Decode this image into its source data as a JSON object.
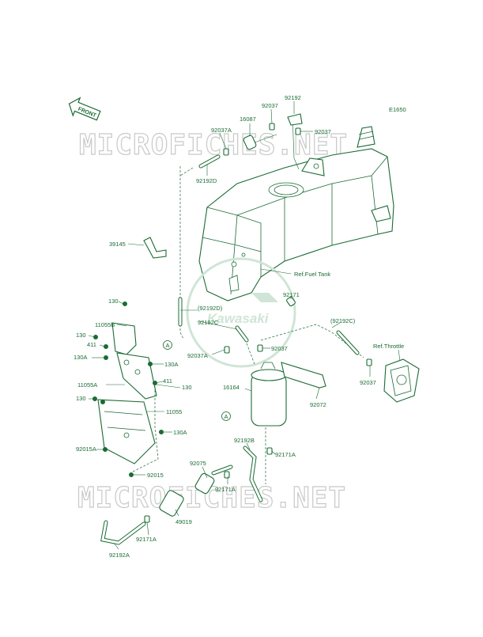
{
  "diagram_code": "E1650",
  "front_label": "FRONT",
  "watermark": {
    "top": "MICROFICHES.NET",
    "bottom": "MICROFICHES.NET"
  },
  "logo": {
    "brand": "Kawasaki"
  },
  "colors": {
    "line": "#1a6b34",
    "watermark": "#c9c9c9",
    "background": "#ffffff"
  },
  "refs": {
    "fuel_tank": "Ref.Fuel Tank",
    "throttle": "Ref.Throttle"
  },
  "callouts": {
    "a1": "A",
    "a2": "A"
  },
  "parts": {
    "p92192": "92192",
    "p92037_top": "92037",
    "p16087": "16087",
    "p92037A_top": "92037A",
    "p92037_right_top": "92037",
    "p92192D": "92192D",
    "p39145": "39145",
    "p130_a": "130",
    "p92192D_paren": "(92192D)",
    "p92192C": "92192C",
    "p92171": "92171",
    "p11055B": "11055B",
    "p130_b": "130",
    "p411_a": "411",
    "p130A_a": "130A",
    "p130A_b": "130A",
    "p92037A_mid": "92037A",
    "p92037_mid": "92037",
    "p92192C_paren": "(92192C)",
    "p92037_right": "92037",
    "p11055A": "11055A",
    "p411_b": "411",
    "p130_c": "130",
    "p130_d": "130",
    "p16164": "16164",
    "p11055": "11055",
    "p92072": "92072",
    "p130A_c": "130A",
    "p92015A": "92015A",
    "p92192B": "92192B",
    "p92171A_a": "92171A",
    "p92075": "92075",
    "p92015": "92015",
    "p92171A_b": "92171A",
    "p49019": "49019",
    "p92171A_c": "92171A",
    "p92192A": "92192A"
  }
}
